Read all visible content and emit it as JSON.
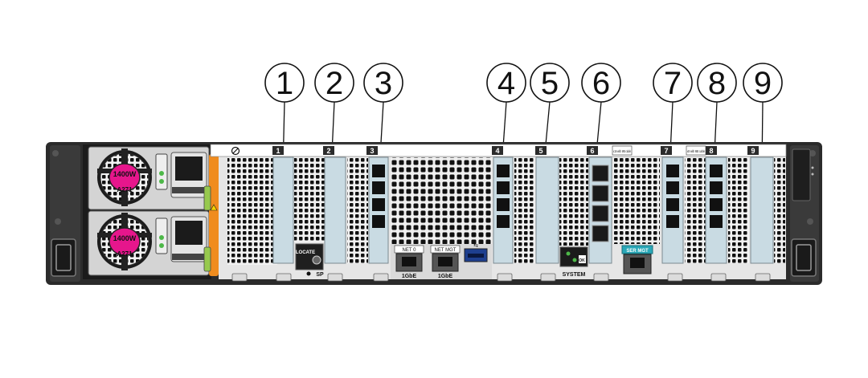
{
  "callouts": [
    "1",
    "2",
    "3",
    "4",
    "5",
    "6",
    "7",
    "8",
    "9"
  ],
  "slot_labels": [
    "1",
    "2",
    "3",
    "4",
    "5",
    "6",
    "7",
    "8",
    "9"
  ],
  "slot6_note": "x16 with MB cable",
  "slot8_note": "x8 with MB cable",
  "psu_top": {
    "watts": "1400W",
    "model": "A271"
  },
  "psu_bottom": {
    "watts": "1400W",
    "model": "A271"
  },
  "locate_label": "LOCATE",
  "sp_label": "SP",
  "net0_label": "NET 0",
  "net_mgt_label": "NET MGT",
  "speed_net0": "1GbE",
  "speed_mgt": "1GbE",
  "system_label": "SYSTEM",
  "ok_label": "OK",
  "ser_mgt_label": "SER MGT",
  "colors": {
    "chassis": "#2b2b2b",
    "card": "#c9dbe3",
    "psu_badge": "#e6168c",
    "orange": "#f08c1e",
    "ser_mgt": "#2aa8b8"
  }
}
